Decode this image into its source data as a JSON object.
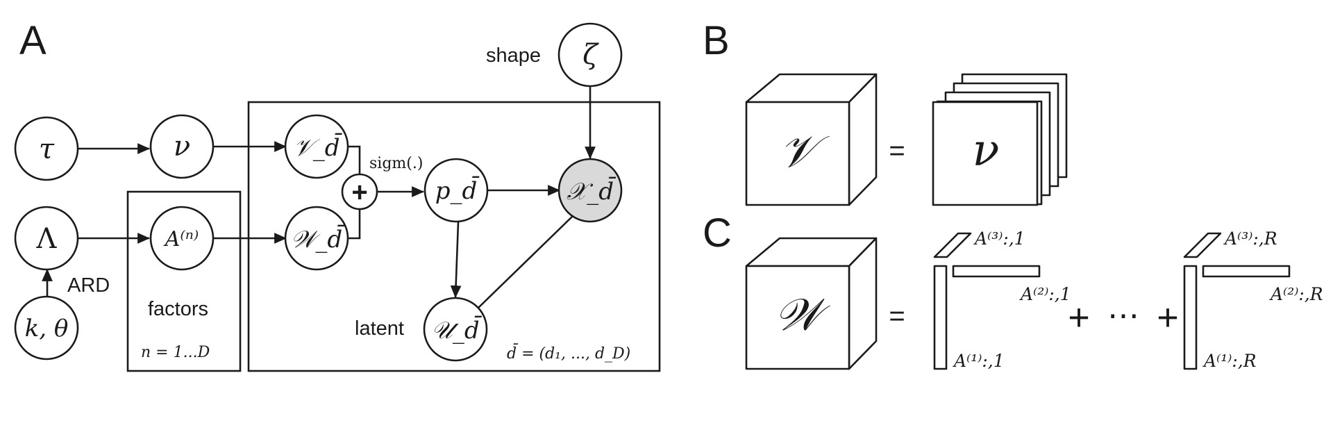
{
  "panels": {
    "a": "A",
    "b": "B",
    "c": "C"
  },
  "panel_a": {
    "labels": {
      "shape": "shape",
      "ard": "ARD",
      "factors": "factors",
      "latent": "latent",
      "sigm": "sigm(.)",
      "plate_factors_index": "n = 1...D",
      "plate_data_index": "d̄ = (d₁, ..., d_D)"
    },
    "nodes": {
      "tau": "τ",
      "nu": "ν",
      "lambda": "Λ",
      "k_theta": "k, θ",
      "a_n": "A⁽ⁿ⁾",
      "v_d": "𝒱_d̄",
      "w_d": "𝒲_d̄",
      "plus": "+",
      "p_d": "p_d̄",
      "x_d": "𝒳_d̄",
      "u_d": "𝒰_d̄",
      "zeta": "ζ"
    }
  },
  "panel_b": {
    "lhs": "𝒱",
    "equals": "=",
    "rhs": "ν"
  },
  "panel_c": {
    "lhs": "𝒲",
    "equals": "=",
    "term1": {
      "a3": "A⁽³⁾:,1",
      "a2": "A⁽²⁾:,1",
      "a1": "A⁽¹⁾:,1"
    },
    "plus1": "+",
    "dots": "⋯",
    "plus2": "+",
    "termR": {
      "a3": "A⁽³⁾:,R",
      "a2": "A⁽²⁾:,R",
      "a1": "A⁽¹⁾:,R"
    }
  }
}
